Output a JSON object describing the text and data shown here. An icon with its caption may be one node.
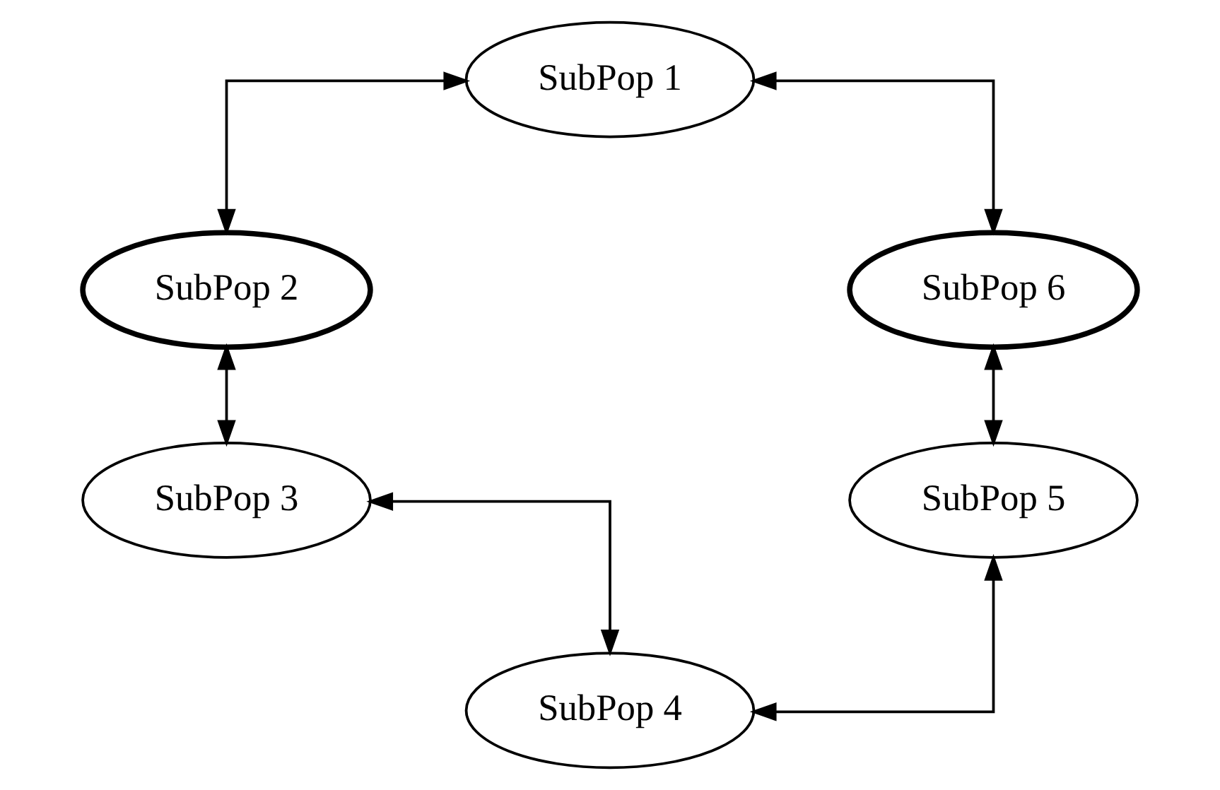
{
  "diagram": {
    "nodes": [
      {
        "text": [
          "SubPop 1"
        ]
      },
      {
        "text": [
          "SubPop 6"
        ]
      },
      {
        "text": [
          "SubPop 2"
        ]
      },
      {
        "text": [
          "SubPop 5"
        ]
      },
      {
        "text": [
          "SubPop 3"
        ]
      },
      {
        "text": [
          "SubPop 4"
        ]
      }
    ],
    "edges": [
      {
        "from": 0,
        "to": 2,
        "arrow": "both"
      },
      {
        "from": 2,
        "to": 4,
        "arrow": "both"
      },
      {
        "from": 4,
        "to": 5,
        "arrow": "both"
      },
      {
        "from": 5,
        "to": 3,
        "arrow": "both"
      },
      {
        "from": 3,
        "to": 1,
        "arrow": "both"
      },
      {
        "from": 1,
        "to": 0,
        "arrow": "both"
      }
    ]
  }
}
